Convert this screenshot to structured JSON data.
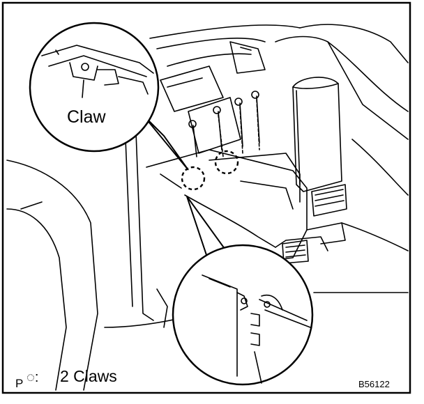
{
  "figure": {
    "callout_label": "Claw",
    "legend_prefix": "P",
    "legend_symbol": "◌:",
    "legend_text": "2 Claws",
    "figure_code": "B56122"
  }
}
